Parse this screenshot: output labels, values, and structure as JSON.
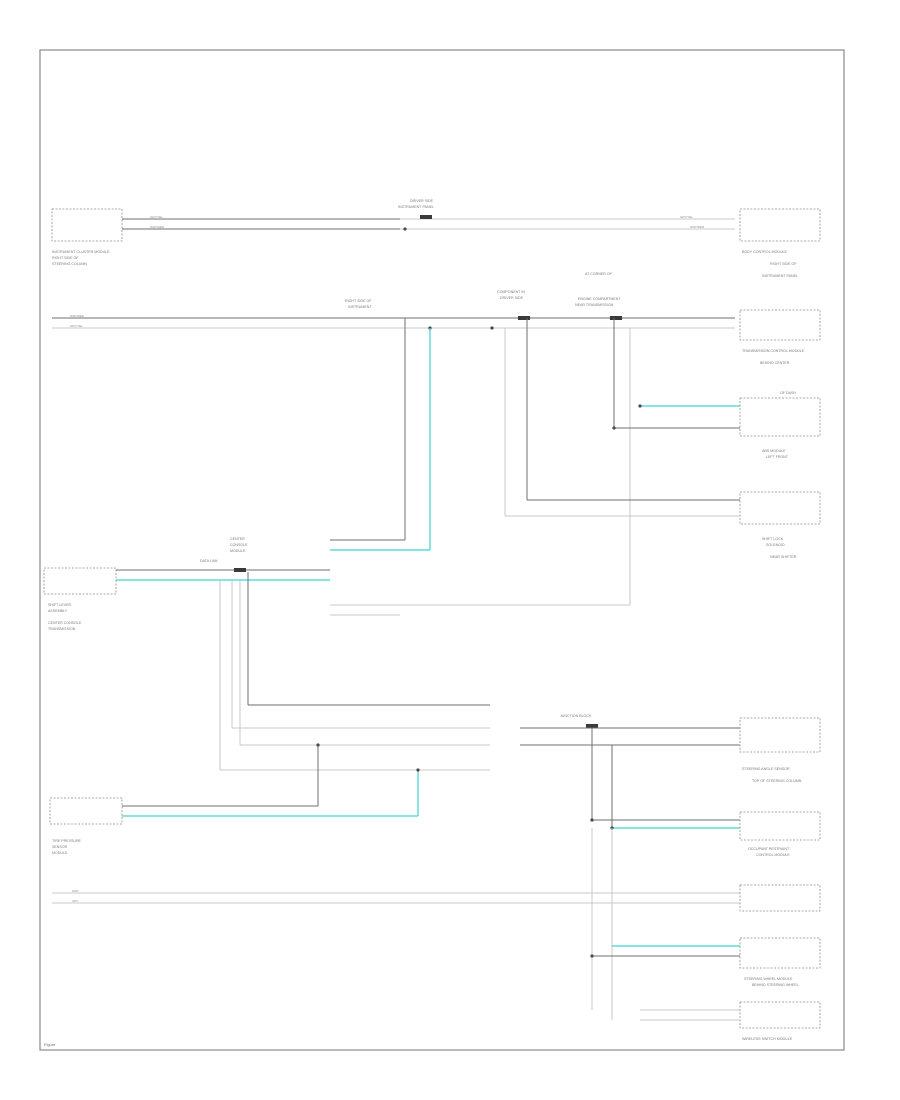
{
  "figure_ref": "Figure ",
  "labels": {
    "lbl_top_center": "DRIVER SIDE",
    "lbl_top_center_b": "INSTRUMENT PANEL",
    "lbl_top_left_a": "INSTRUMENT CLUSTER MODULE",
    "lbl_top_left_b": "RIGHT SIDE OF",
    "lbl_top_left_c": "STEERING COLUMN",
    "lbl_top_right_a": "BODY CONTROL MODULE",
    "lbl_top_right_b": "RIGHT SIDE OF",
    "lbl_top_right_c": "INSTRUMENT PANEL",
    "lbl_mid_1": "RIGHT SIDE OF",
    "lbl_mid_1b": "INSTRUMENT",
    "lbl_mid_2": "COMPONENT IN",
    "lbl_mid_2b": "DRIVER SIDE",
    "lbl_mid_3": "AT CORNER OF",
    "lbl_mid_3b": "ENGINE COMPARTMENT",
    "lbl_mid_3c": "NEAR TRANSMISSION",
    "lbl_right_1": "TRANSMISSION CONTROL MODULE",
    "lbl_right_1b": "BEHIND CENTER",
    "lbl_right_1c": "OF DASH",
    "lbl_right_2": "ABS MODULE",
    "lbl_right_2b": "LEFT FRONT",
    "lbl_right_3": "SHIFT LOCK",
    "lbl_right_3b": "SOLENOID",
    "lbl_right_3c": "NEAR SHIFTER",
    "lbl_left_mid_a": "SHIFT LEVER",
    "lbl_left_mid_b": "ASSEMBLY",
    "lbl_left_mid_c": "CENTER CONSOLE",
    "lbl_left_mid_d": "TRANSMISSION",
    "lbl_center": "CENTER",
    "lbl_center_b": "CONSOLE",
    "lbl_center_c": "MODULE",
    "lbl_center_d": "DATA LINK",
    "lbl_bottom_center": "JUNCTION BLOCK",
    "lbl_bottom_left_a": "TIRE PRESSURE",
    "lbl_bottom_left_b": "SENSOR",
    "lbl_bottom_left_c": "MODULE",
    "lbl_bottom_r1": "STEERING ANGLE SENSOR",
    "lbl_bottom_r1b": "TOP OF STEERING COLUMN",
    "lbl_bottom_r2": "OCCUPANT RESTRAINT",
    "lbl_bottom_r2b": "CONTROL MODULE",
    "lbl_bottom_r3": "STEERING WHEEL MODULE",
    "lbl_bottom_r3b": "BEHIND STEERING WHEEL",
    "lbl_bottom_r4": "WIRELESS SWITCH MODULE"
  },
  "wire_colors": {
    "a": "WHT/RED",
    "b": "GRY/YEL",
    "c": "WHT",
    "d": "GRY",
    "e": "LT GRN",
    "f": "GRY/LT BLU"
  },
  "colors": {
    "frame": "#8a8a8a",
    "wire": "#6f6f6f",
    "wire_light": "#c9c9c9",
    "wire_highlight": "#3fd3d3",
    "text": "#7a7a7a"
  }
}
